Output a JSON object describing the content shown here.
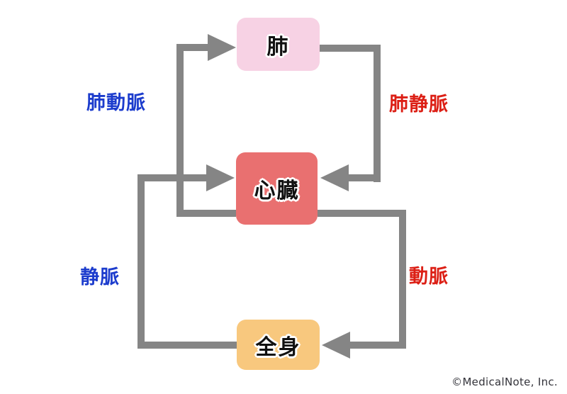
{
  "diagram": {
    "type": "flow-diagram",
    "subject": "blood circulation (pulmonary and systemic)",
    "nodes": [
      {
        "id": "lung",
        "label": "肺",
        "fill": "#f7d2e4"
      },
      {
        "id": "heart",
        "label": "心臓",
        "fill": "#e97070"
      },
      {
        "id": "body",
        "label": "全身",
        "fill": "#f8c87e"
      }
    ],
    "edges": [
      {
        "id": "pulmonary-artery",
        "label": "肺動脈",
        "from": "heart",
        "to": "lung",
        "label_color": "#1c3ccd"
      },
      {
        "id": "pulmonary-vein",
        "label": "肺静脈",
        "from": "lung",
        "to": "heart",
        "label_color": "#dc1f15"
      },
      {
        "id": "vein",
        "label": "静脈",
        "from": "body",
        "to": "heart",
        "label_color": "#1c3ccd"
      },
      {
        "id": "artery",
        "label": "動脈",
        "from": "heart",
        "to": "body",
        "label_color": "#dc1f15"
      }
    ],
    "line_color": "#858585"
  },
  "footer": {
    "copyright": "©MedicalNote, Inc."
  }
}
